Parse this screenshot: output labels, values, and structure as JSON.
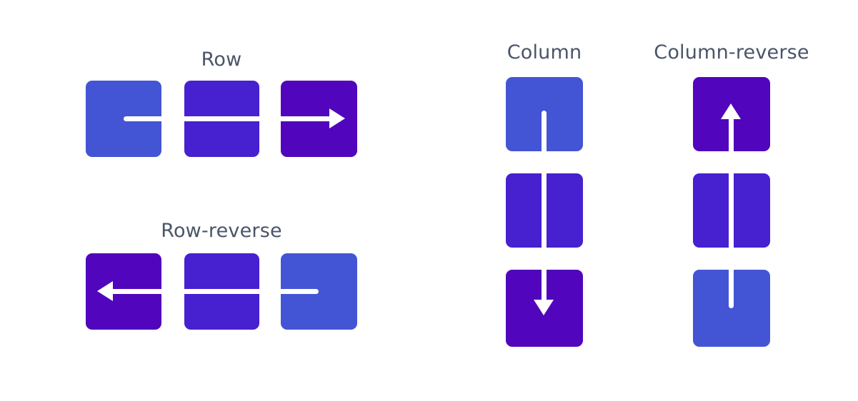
{
  "background": "#ffffff",
  "palette": {
    "blue": "#4355d4",
    "indigo": "#4720d0",
    "violet": "#5105bc",
    "stroke": "#ffffff",
    "label_text": "#4a5568"
  },
  "diagrams": [
    {
      "id": "row",
      "label": "Row",
      "axis": "horizontal",
      "direction": "left-to-right",
      "items": [
        {
          "index": 1,
          "color": "#4355d4",
          "marker": "line-tail"
        },
        {
          "index": 2,
          "color": "#4720d0",
          "marker": "split"
        },
        {
          "index": 3,
          "color": "#5105bc",
          "marker": "arrow-head-right"
        }
      ]
    },
    {
      "id": "row-reverse",
      "label": "Row-reverse",
      "axis": "horizontal",
      "direction": "right-to-left",
      "items": [
        {
          "index": 1,
          "color": "#5105bc",
          "marker": "arrow-head-left"
        },
        {
          "index": 2,
          "color": "#4720d0",
          "marker": "split"
        },
        {
          "index": 3,
          "color": "#4355d4",
          "marker": "line-tail"
        }
      ]
    },
    {
      "id": "column",
      "label": "Column",
      "axis": "vertical",
      "direction": "top-to-bottom",
      "items": [
        {
          "index": 1,
          "color": "#4355d4",
          "marker": "line-tail"
        },
        {
          "index": 2,
          "color": "#4720d0",
          "marker": "split"
        },
        {
          "index": 3,
          "color": "#5105bc",
          "marker": "arrow-head-down"
        }
      ]
    },
    {
      "id": "column-reverse",
      "label": "Column-reverse",
      "axis": "vertical",
      "direction": "bottom-to-top",
      "items": [
        {
          "index": 1,
          "color": "#5105bc",
          "marker": "arrow-head-up"
        },
        {
          "index": 2,
          "color": "#4720d0",
          "marker": "split"
        },
        {
          "index": 3,
          "color": "#4355d4",
          "marker": "line-tail"
        }
      ]
    }
  ]
}
